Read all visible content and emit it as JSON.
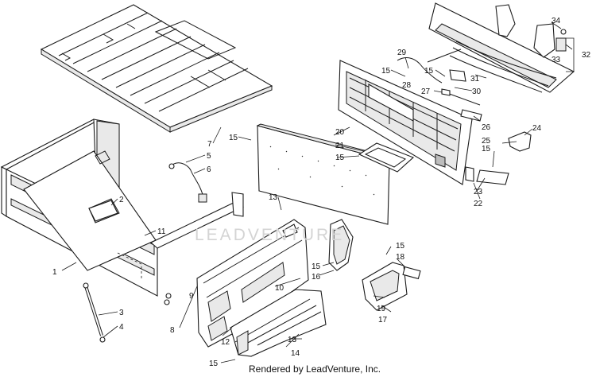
{
  "diagram": {
    "watermark": "LEADVENTURE",
    "credit": "Rendered by LeadVenture, Inc.",
    "callouts": [
      {
        "id": "c1",
        "label": "1"
      },
      {
        "id": "c2",
        "label": "2"
      },
      {
        "id": "c3",
        "label": "3"
      },
      {
        "id": "c4",
        "label": "4"
      },
      {
        "id": "c5",
        "label": "5"
      },
      {
        "id": "c6",
        "label": "6"
      },
      {
        "id": "c7",
        "label": "7"
      },
      {
        "id": "c8",
        "label": "8"
      },
      {
        "id": "c9",
        "label": "9"
      },
      {
        "id": "c10",
        "label": "10"
      },
      {
        "id": "c11",
        "label": "11"
      },
      {
        "id": "c12",
        "label": "12"
      },
      {
        "id": "c13a",
        "label": "13"
      },
      {
        "id": "c13b",
        "label": "13"
      },
      {
        "id": "c14",
        "label": "14"
      },
      {
        "id": "c15a",
        "label": "15"
      },
      {
        "id": "c15b",
        "label": "15"
      },
      {
        "id": "c15c",
        "label": "15"
      },
      {
        "id": "c15d",
        "label": "15"
      },
      {
        "id": "c15e",
        "label": "15"
      },
      {
        "id": "c15f",
        "label": "15"
      },
      {
        "id": "c15g",
        "label": "15"
      },
      {
        "id": "c15h",
        "label": "15"
      },
      {
        "id": "c16",
        "label": "16"
      },
      {
        "id": "c17",
        "label": "17"
      },
      {
        "id": "c18",
        "label": "18"
      },
      {
        "id": "c19",
        "label": "19"
      },
      {
        "id": "c20",
        "label": "20"
      },
      {
        "id": "c21",
        "label": "21"
      },
      {
        "id": "c22",
        "label": "22"
      },
      {
        "id": "c23",
        "label": "23"
      },
      {
        "id": "c24",
        "label": "24"
      },
      {
        "id": "c25",
        "label": "25"
      },
      {
        "id": "c26",
        "label": "26"
      },
      {
        "id": "c27",
        "label": "27"
      },
      {
        "id": "c28",
        "label": "28"
      },
      {
        "id": "c29",
        "label": "29"
      },
      {
        "id": "c30",
        "label": "30"
      },
      {
        "id": "c31",
        "label": "31"
      },
      {
        "id": "c32",
        "label": "32"
      },
      {
        "id": "c33",
        "label": "33"
      },
      {
        "id": "c34",
        "label": "34"
      }
    ]
  }
}
